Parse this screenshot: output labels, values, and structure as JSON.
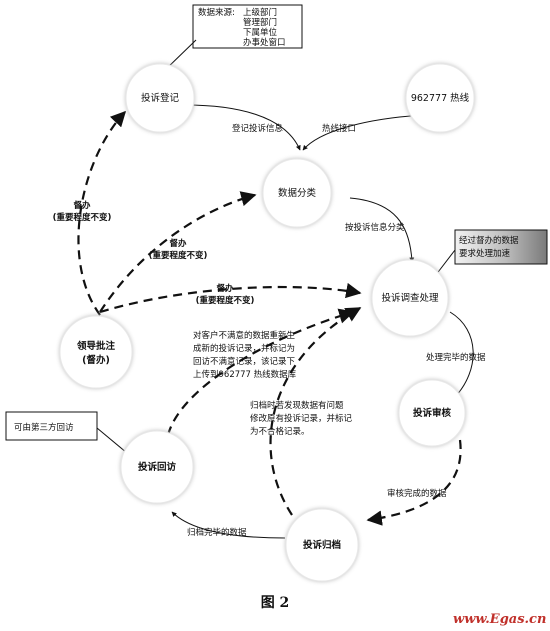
{
  "nodes": {
    "complaint_register": "投诉登记",
    "hotline": "962777 热线",
    "data_classify": "数据分类",
    "investigate": "投诉调查处理",
    "leader_l1": "领导批注",
    "leader_l2": "(督办)",
    "review": "投诉审核",
    "callback": "投诉回访",
    "archive": "投诉归档"
  },
  "source_box": {
    "title": "数据来源:",
    "items": [
      "上级部门",
      "管理部门",
      "下属单位",
      "办事处窗口"
    ]
  },
  "supervise_note": {
    "l1": "经过督办的数据",
    "l2": "要求处理加速"
  },
  "third_party_note": "可由第三方回访",
  "labels": {
    "register_info": "登记投诉信息",
    "hotline_port": "热线接口",
    "by_info_classify": "按投诉信息分类",
    "processed_data": "处理完毕的数据",
    "reviewed_data": "审核完成的数据",
    "archived_data": "归档完毕的数据",
    "supervise": "督办",
    "importance_same": "(重要程度不变)"
  },
  "unsatisfied_note": [
    "对客户不满意的数据重新生",
    "成新的投诉记录，并标记为",
    "回访不满意记录，该记录下",
    "上传到962777 热线数据库"
  ],
  "archive_note": [
    "归档时若发现数据有问题",
    "修改原有投诉记录，并标记",
    "为不合格记录。"
  ],
  "caption": "图 2",
  "watermark": "www.Egas.cn"
}
